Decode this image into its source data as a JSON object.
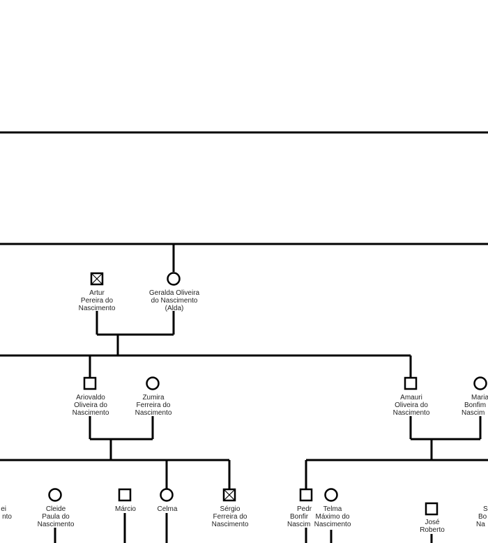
{
  "people": [
    {
      "id": "artur",
      "sex": "male",
      "deceased": true,
      "lines": [
        "Artur",
        "Pereira do",
        "Nascimento"
      ]
    },
    {
      "id": "geralda",
      "sex": "female",
      "deceased": false,
      "lines": [
        "Geralda  Oliveira",
        "do Nascimento",
        "(Alda)"
      ]
    },
    {
      "id": "ariovaldo",
      "sex": "male",
      "deceased": false,
      "lines": [
        "Ariovaldo",
        "Oliveira do",
        "Nascimento"
      ]
    },
    {
      "id": "zumira",
      "sex": "female",
      "deceased": false,
      "lines": [
        "Zumira",
        "Ferreira do",
        "Nascimento"
      ]
    },
    {
      "id": "amauri",
      "sex": "male",
      "deceased": false,
      "lines": [
        "Amauri",
        "Oliveira do",
        "Nascimento"
      ]
    },
    {
      "id": "maria",
      "sex": "female",
      "deceased": false,
      "lines": [
        "Maria",
        "Bonfim",
        "Nascim"
      ]
    },
    {
      "id": "unknown-left",
      "sex": "",
      "deceased": false,
      "lines": [
        "ei",
        "nto"
      ]
    },
    {
      "id": "cleide",
      "sex": "female",
      "deceased": false,
      "lines": [
        "Cleide",
        "Paula do",
        "Nascimento"
      ]
    },
    {
      "id": "marcio",
      "sex": "male",
      "deceased": false,
      "lines": [
        "Márcio"
      ]
    },
    {
      "id": "celma",
      "sex": "female",
      "deceased": false,
      "lines": [
        "Celma"
      ]
    },
    {
      "id": "sergio",
      "sex": "male",
      "deceased": true,
      "lines": [
        "Sérgio",
        "Ferreira do",
        "Nascimento"
      ]
    },
    {
      "id": "pedro",
      "sex": "male",
      "deceased": false,
      "lines": [
        "Pedr",
        "Bonfir",
        "Nascim"
      ]
    },
    {
      "id": "telma",
      "sex": "female",
      "deceased": false,
      "lines": [
        "Telma",
        "Máximo do",
        "Nascimento"
      ]
    },
    {
      "id": "jose-roberto",
      "sex": "male",
      "deceased": false,
      "lines": [
        "José",
        "Roberto"
      ]
    },
    {
      "id": "s-right",
      "sex": "",
      "deceased": false,
      "lines": [
        "S",
        "Bo",
        "Na"
      ]
    }
  ],
  "colors": {
    "line": "#000000",
    "text": "#222222",
    "background": "#ffffff"
  }
}
